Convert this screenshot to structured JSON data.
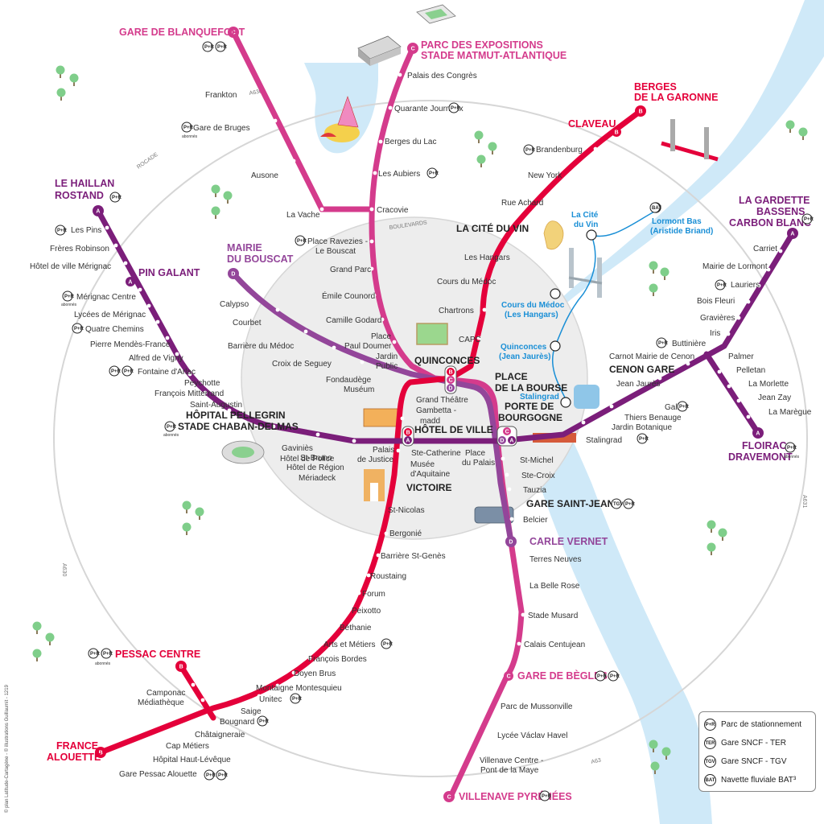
{
  "colors": {
    "lineA": "#7b1e7a",
    "lineB": "#e4003a",
    "lineC": "#d43b8c",
    "lineD": "#93469a",
    "river": "#cfe9f8",
    "ring": "#d6d6d6",
    "center": "#ededed",
    "bat": "#1a8fd6",
    "tree": "#7fce8a"
  },
  "roads": {
    "a630": "A630",
    "rocade": "ROCADE",
    "boulevards": "BOULEVARDS",
    "a630b": "A630",
    "a631": "A631",
    "a63": "A63"
  },
  "credit": "© plan Latitude-Cartagène - © illustrations Guillaumit - 1219",
  "letters": {
    "a": "A",
    "b": "B",
    "c": "C",
    "d": "D"
  },
  "icons": {
    "parking": "parking-icon",
    "ter": "train-icon",
    "tgv": "tgv-icon",
    "bat": "boat-icon",
    "abonnes": "abonnés",
    "parking_short": "P+R",
    "tgv_short": "TGV",
    "bat_short": "BAT",
    "tree": "tree-icon"
  },
  "legend": [
    {
      "icon": "parking-icon",
      "short": "P+R",
      "label": "Parc de stationnement"
    },
    {
      "icon": "train-icon",
      "short": "TER",
      "label": "Gare SNCF - TER"
    },
    {
      "icon": "tgv-icon",
      "short": "TGV",
      "label": "Gare SNCF - TGV"
    },
    {
      "icon": "boat-icon",
      "short": "BAT",
      "label": "Navette fluviale BAT³"
    }
  ],
  "terminals": {
    "blanquefort": "GARE DE BLANQUEFORT",
    "expo1": "PARC DES EXPOSITIONS",
    "expo2": "STADE MATMUT-ATLANTIQUE",
    "berges1": "BERGES",
    "berges2": "DE LA GARONNE",
    "claveau": "CLAVEAU",
    "haillan1": "LE HAILLAN",
    "haillan2": "ROSTAND",
    "bouscat1": "MAIRIE",
    "bouscat2": "DU BOUSCAT",
    "pingalant": "PIN GALANT",
    "gardette1": "LA GARDETTE",
    "gardette2": "BASSENS",
    "gardette3": "CARBON BLANC",
    "floirac1": "FLOIRAC",
    "floirac2": "DRAVEMONT",
    "pessac": "PESSAC CENTRE",
    "france1": "FRANCE",
    "france2": "ALOUETTE",
    "begles": "GARE DE BÈGLES",
    "villenave": "VILLENAVE PYRÉNÉES",
    "carle": "CARLE VERNET"
  },
  "hubs": {
    "citevin": "LA CITÉ DU VIN",
    "quinconces": "QUINCONCES",
    "bourse1": "PLACE",
    "bourse2": "DE LA BOURSE",
    "bourgogne1": "PORTE DE",
    "bourgogne2": "BOURGOGNE",
    "hdv": "HÔTEL DE VILLE",
    "victoire": "VICTOIRE",
    "cenon": "CENON GARE",
    "pellegrin1": "HÔPITAL PELLEGRIN",
    "pellegrin2": "STADE CHABAN-DELMAS",
    "stjean": "GARE SAINT-JEAN"
  },
  "bat_stops": {
    "citevin1": "La Cité",
    "citevin2": "du Vin",
    "lormont1": "Lormont Bas",
    "lormont2": "(Aristide Briand)",
    "medoc1": "Cours du Médoc",
    "medoc2": "(Les Hangars)",
    "quinc1": "Quinconces",
    "quinc2": "(Jean Jaurès)",
    "stalingrad": "Stalingrad"
  },
  "stations": {
    "frankton": "Frankton",
    "bruges": "Gare de Bruges",
    "ausone": "Ausone",
    "lavache": "La Vache",
    "congres": "Palais des Congrès",
    "quarante": "Quarante Journaux",
    "bergeslac": "Berges du Lac",
    "aubiers": "Les Aubiers",
    "cracovie": "Cracovie",
    "ravezies1": "Place Ravezies -",
    "ravezies2": "Le Bouscat",
    "grandparc": "Grand Parc",
    "counord": "Émile Counord",
    "godard": "Camille Godard",
    "doumer1": "Place",
    "doumer2": "Paul Doumer",
    "jardin1": "Jardin",
    "jardin2": "Public",
    "brandenburg": "Brandenburg",
    "newyork": "New York",
    "achard": "Rue Achard",
    "hangars": "Les Hangars",
    "coursmedoc": "Cours du Médoc",
    "chartrons": "Chartrons",
    "capc": "CAPC",
    "calypso": "Calypso",
    "courbet": "Courbet",
    "barriere": "Barrière du Médoc",
    "seguey": "Croix de Seguey",
    "fondaudege": "Fondaudège",
    "museum": "Muséum",
    "lespins": "Les Pins",
    "robinson": "Frères Robinson",
    "hdvmerignac": "Hôtel de ville Mérignac",
    "merignaccentre": "Mérignac Centre",
    "lycees": "Lycées de Mérignac",
    "quatre": "Quatre Chemins",
    "pmf": "Pierre Mendès-France",
    "vigny": "Alfred de Vigny",
    "arlac": "Fontaine d'Arlac",
    "peychotte": "Peychotte",
    "mitterrand": "François Mitterrand",
    "staugustin": "Saint-Augustin",
    "gaviniès": "Gaviniès",
    "police": "Hôtel de Police",
    "stbruno": "St-Bruno",
    "region": "Hôtel de Région",
    "meriadeck": "Mériadeck",
    "palais1": "Palais",
    "palais2": "de Justice",
    "grandtheatre": "Grand Théâtre",
    "gambetta1": "Gambetta -",
    "gambetta2": "madd",
    "stecath": "Ste-Catherine",
    "placepalais1": "Place",
    "placepalais2": "du Palais",
    "musee1": "Musée",
    "musee2": "d'Aquitaine",
    "stmichel": "St-Michel",
    "stecroix": "Ste-Croix",
    "tauzia": "Tauzia",
    "belcier": "Belcier",
    "terresneuves": "Terres Neuves",
    "bellerose": "La Belle Rose",
    "musard": "Stade Musard",
    "centujean": "Calais Centujean",
    "mussonville": "Parc de Mussonville",
    "havel": "Lycée Václav Havel",
    "villenavec1": "Villenave Centre -",
    "villenavec2": "Pont de la Maye",
    "stnicolas": "St-Nicolas",
    "bergonie": "Bergonié",
    "stgenes": "Barrière St-Genès",
    "roustaing": "Roustaing",
    "forum": "Forum",
    "peixotto": "Peixotto",
    "bethanie": "Béthanie",
    "artsmetiers": "Arts et Métiers",
    "fbordes": "François Bordes",
    "doyenbrus": "Doyen Brus",
    "montaigne": "Montaigne Montesquieu",
    "unitec": "Unitec",
    "saige": "Saige",
    "bougnard": "Bougnard",
    "chataigneraie": "Châtaigneraie",
    "capmetiers": "Cap Métiers",
    "hhl": "Hôpital Haut-Lévêque",
    "gpa": "Gare Pessac Alouette",
    "camponac1": "Camponac",
    "camponac2": "Médiathèque",
    "carriet": "Carriet",
    "mlormont": "Mairie de Lormont",
    "lauriers": "Lauriers",
    "boisfleuri": "Bois Fleuri",
    "gravieres": "Gravières",
    "iris": "Iris",
    "buttinière": "Buttinière",
    "carnot": "Carnot Mairie de Cenon",
    "jeanjaures": "Jean Jaurès",
    "palmer": "Palmer",
    "pelletan": "Pelletan",
    "morlette": "La Morlette",
    "jeanzay": "Jean Zay",
    "maregue": "La Marègue",
    "galin": "Galin",
    "benauge": "Thiers Benauge",
    "botanique": "Jardin Botanique",
    "stalingrad": "Stalingrad"
  }
}
